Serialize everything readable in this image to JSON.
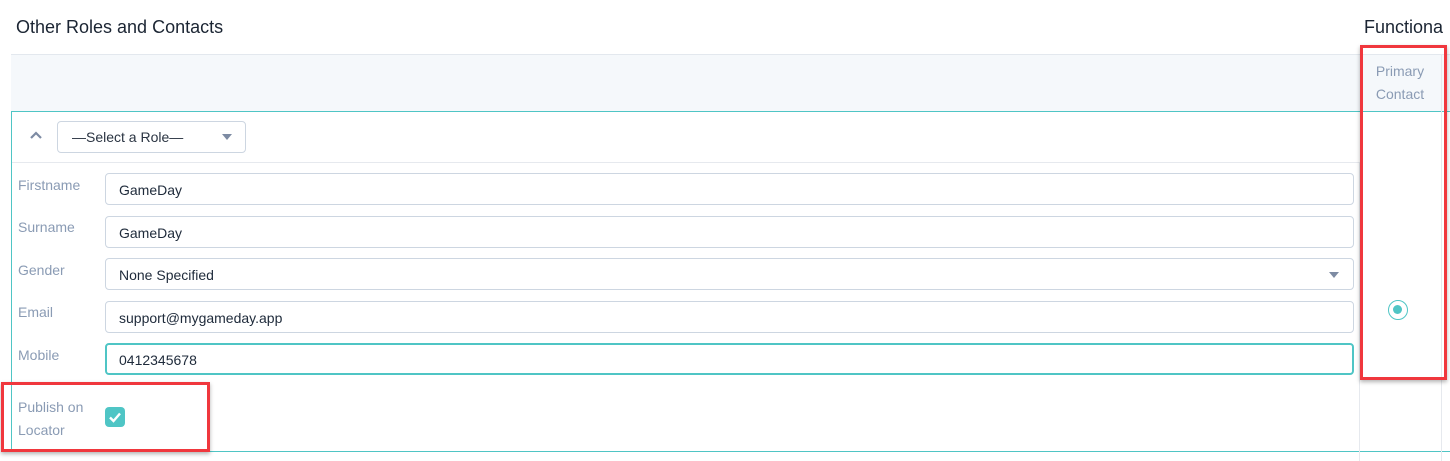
{
  "section_title": "Other Roles and Contacts",
  "next_section_title": "Functiona",
  "table": {
    "primary_contact_header": "Primary Contact"
  },
  "contact": {
    "role_select": "—Select a Role—",
    "fields": [
      {
        "label": "Firstname",
        "value": "GameDay"
      },
      {
        "label": "Surname",
        "value": "GameDay"
      },
      {
        "label": "Gender",
        "value": "None Specified"
      },
      {
        "label": "Email",
        "value": "support@mygameday.app"
      },
      {
        "label": "Mobile",
        "value": "0412345678"
      }
    ],
    "publish_label": "Publish on Locator",
    "publish_checked": true,
    "primary_contact_selected": true
  },
  "colors": {
    "accent": "#4fc5c5",
    "highlight": "#f0373d"
  }
}
